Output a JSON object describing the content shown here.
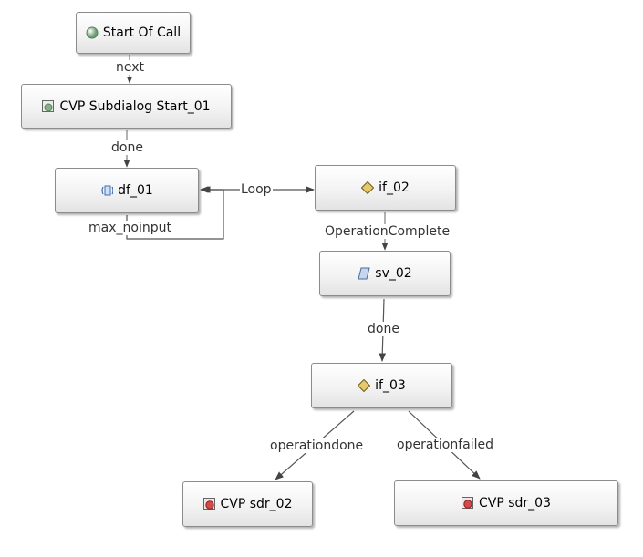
{
  "nodes": {
    "start": {
      "label": "Start Of Call",
      "icon": "start-circle-icon"
    },
    "subdialog_start": {
      "label": "CVP Subdialog Start_01",
      "icon": "subdialog-start-icon"
    },
    "df_01": {
      "label": "df_01",
      "icon": "speech-form-icon"
    },
    "if_02": {
      "label": "if_02",
      "icon": "decision-diamond-icon"
    },
    "sv_02": {
      "label": "sv_02",
      "icon": "set-value-parallelogram-icon"
    },
    "if_03": {
      "label": "if_03",
      "icon": "decision-diamond-icon"
    },
    "sdr_02": {
      "label": "CVP sdr_02",
      "icon": "subdialog-return-icon"
    },
    "sdr_03": {
      "label": "CVP sdr_03",
      "icon": "subdialog-return-icon"
    }
  },
  "edges": {
    "next": "next",
    "done1": "done",
    "loop": "Loop",
    "max_noinput": "max_noinput",
    "operation_complete": "OperationComplete",
    "done2": "done",
    "operationdone": "operationdone",
    "operationfailed": "operationfailed"
  }
}
